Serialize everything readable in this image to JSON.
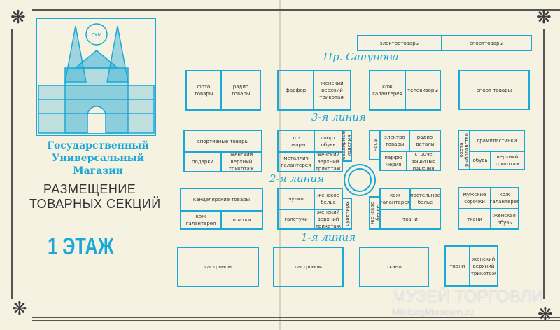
{
  "left_panel": {
    "store_name": [
      "Государственный",
      "Универсальный",
      "Магазин"
    ],
    "title": [
      "РАЗМЕЩЕНИЕ",
      "ТОВАРНЫХ СЕКЦИЙ"
    ],
    "floor_number": "1",
    "floor_label": "ЭТАЖ",
    "logo_text": "ГУМ"
  },
  "streets": {
    "top": "Пр. Сапунова",
    "line3": "3-я линия",
    "line2": "2-я линия",
    "line1": "1-я линия"
  },
  "top_strip": [
    "электротовары",
    "спорттовары"
  ],
  "row1": [
    "фото\nтовары",
    "радио\nтовары",
    "фарфор",
    "женский\nверхний\nтрикотаж",
    "кож\nгалантерея",
    "телевизоры",
    "спорт товары"
  ],
  "row2": [
    "спортивные товары",
    "подарки",
    "женский\nверхний\nтрикотаж",
    "хоз\nтовары",
    "спорт\nобувь",
    "ювелирные\nизделия",
    "металлич\nгалантерея",
    "женский\nверхний\nтрикотаж",
    "часы",
    "электро\nтовары",
    "радио\nдетали",
    "парфю\nмерия",
    "строче\nвышитые\nизделия",
    "охота\nрыболовство",
    "грампластинки",
    "обувь",
    "верхний\nтрикотаж"
  ],
  "row3": [
    "канцелярские товары",
    "кож\nгалантерея",
    "платки",
    "чулки",
    "женское\nбелье",
    "сувениры",
    "галстуки",
    "женский\nверхний\nтрикотаж",
    "женское\nбелье",
    "кож\nгалантерея",
    "постельное\nбелье",
    "ткани",
    "мужские\nсорочки",
    "кож\nгалантерея",
    "ткани",
    "женская\nобувь"
  ],
  "row4": [
    "гастроном",
    "гастроном",
    "ткани",
    "ткани",
    "женский\nверхний\nтрикотаж"
  ],
  "watermark": [
    "МУЗЕЙ ТОРГОВЛИ",
    "MintorgMuseum.ru"
  ],
  "colors": {
    "accent": "#1aa8d8",
    "paper": "#f6f2e2",
    "frame": "#555555"
  }
}
